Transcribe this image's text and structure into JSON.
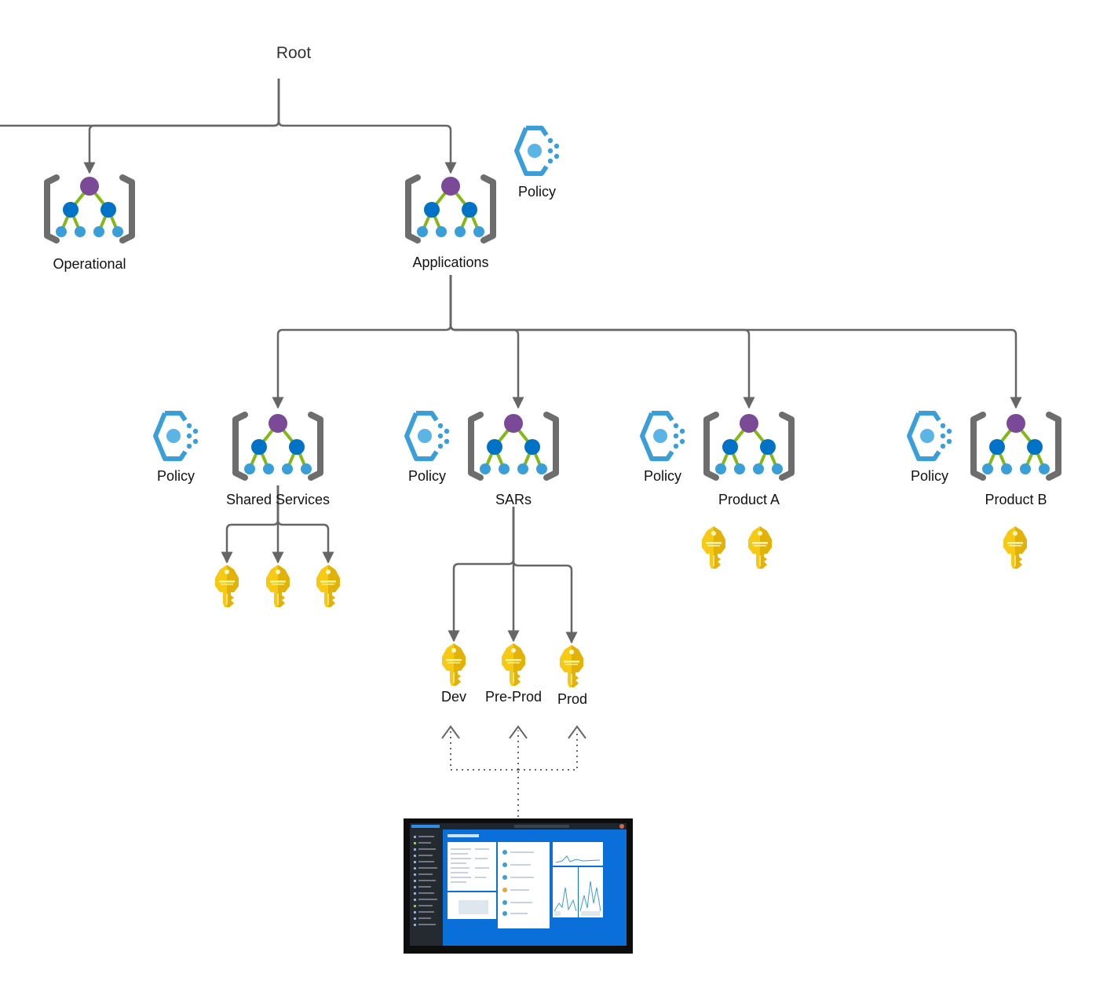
{
  "root": {
    "label": "Root"
  },
  "groups": {
    "operational": "Operational",
    "applications": "Applications",
    "shared_services": "Shared Services",
    "sars": "SARs",
    "product_a": "Product A",
    "product_b": "Product B"
  },
  "policy_label": "Policy",
  "environments": {
    "dev": "Dev",
    "preprod": "Pre-Prod",
    "prod": "Prod"
  },
  "icons": {
    "management_group": "management-group-icon",
    "policy": "policy-icon",
    "key": "key-icon",
    "portal": "azure-portal-screenshot"
  },
  "colors": {
    "connector": "#666666",
    "bracket": "#6d6d6d",
    "root_node": "#7b4a96",
    "mid_node": "#0072c6",
    "leaf_node": "#3a9ed8",
    "tree_edge": "#84b817",
    "key": "#f6c915",
    "policy": "#3a9ed8",
    "portal_blue": "#0a6fd8"
  }
}
